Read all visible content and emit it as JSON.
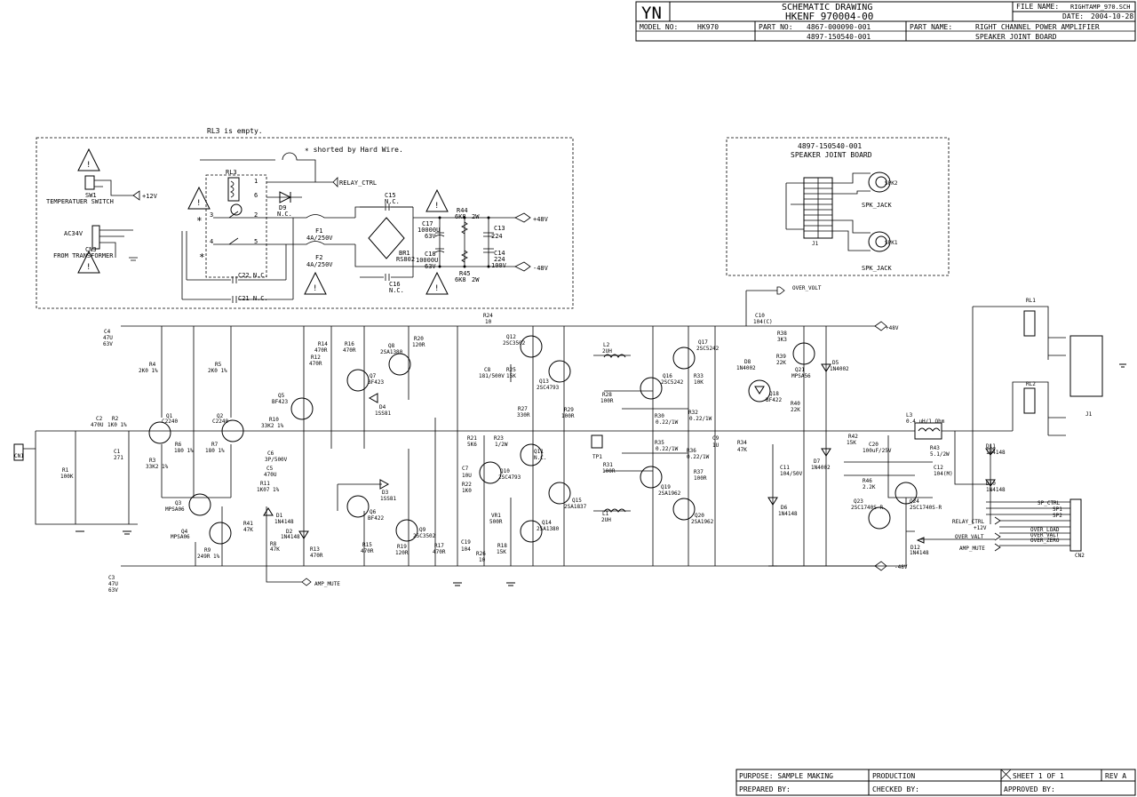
{
  "title_block": {
    "logo": "YN",
    "title": "SCHEMATIC DRAWING",
    "drawing_no": "HKENF 970004-00",
    "file_name_label": "FILE NAME:",
    "file_name": "RIGHTAMP_970.SCH",
    "date_label": "DATE:",
    "date": "2004-10-28",
    "model_label": "MODEL NO:",
    "model": "HK970",
    "part_no_label": "PART NO:",
    "part_no_1": "4867-000090-001",
    "part_no_2": "4897-150540-001",
    "part_name_label": "PART NAME:",
    "part_name_1": "RIGHT CHANNEL POWER AMPLIFIER",
    "part_name_2": "SPEAKER JOINT BOARD"
  },
  "footer_block": {
    "purpose": "PURPOSE:  SAMPLE MAKING",
    "production": "PRODUCTION",
    "sheet": "SHEET  1  OF   1",
    "rev": "REV A",
    "prepared": "PREPARED BY:",
    "checked": "CHECKED BY:",
    "approved": "APPROVED BY:"
  },
  "power_section": {
    "note": "RL3 is empty.",
    "shorted_note": "∗ shorted by Hard Wire.",
    "sw1": "SW1",
    "temp_switch": "TEMPERATUER SWITCH",
    "plus12v": "+12V",
    "ac34v": "AC34V",
    "cn3": "CN3",
    "from_transformer": "FROM TRANSFORMER",
    "rl3": "RL3",
    "relay_ctrl": "RELAY_CTRL",
    "d9": "D9",
    "d9_val": "N.C.",
    "f1": "F1",
    "f1_val": "4A/250V",
    "f2": "F2",
    "f2_val": "4A/250V",
    "c22": "C22  N.C.",
    "c21": "C21  N.C.",
    "c15": "C15",
    "c15_val": "N.C.",
    "c16": "C16",
    "c16_val": "N.C.",
    "c17": "C17",
    "c17_val1": "10000U",
    "c17_val2": "63V",
    "c18": "C18",
    "c18_val1": "10000U",
    "c18_val2": "63V",
    "br1": "BR1",
    "br1_val": "RS802",
    "r44": "R44",
    "r44_val": "6K8",
    "r44_w": "2W",
    "r45": "R45",
    "r45_val": "6K8",
    "r45_w": "2W",
    "c13": "C13",
    "c13_val": "224",
    "c14": "C14",
    "c14_val1": "224",
    "c14_val2": "100V",
    "plus48v": "+48V",
    "minus48v": "-48V"
  },
  "speaker_joint": {
    "part": "4897-150540-001",
    "name": "SPEAKER JOINT BOARD",
    "spk2": "SPK2",
    "spk1": "SPK1",
    "jack": "SPK_JACK",
    "j1": "J1"
  },
  "amp_labels": [
    "C4",
    "47U",
    "63V",
    "R4",
    "2K0 1%",
    "R5",
    "2K0 1%",
    "Q1",
    "C2240",
    "Q2",
    "C2240",
    "C2",
    "470U",
    "R2",
    "1K0 1%",
    "C1",
    "271",
    "R1",
    "100K",
    "R3",
    "33K2 1%",
    "R6",
    "180 1%",
    "R7",
    "180 1%",
    "CN1",
    "Q3",
    "MPSA06",
    "Q4",
    "MPSA06",
    "R9",
    "249R 1%",
    "R41",
    "47K",
    "D1",
    "1N4148",
    "D2",
    "1N4148",
    "R8",
    "47K",
    "AMP_MUTE",
    "C3",
    "47U",
    "63V",
    "R10",
    "33K2 1%",
    "C6",
    "3P/500V",
    "C5",
    "470U",
    "R11",
    "1K07 1%",
    "Q5",
    "BF423",
    "R14",
    "470R",
    "R12",
    "470R",
    "R13",
    "470R",
    "Q7",
    "BF423",
    "R16",
    "470R",
    "Q8",
    "2SA1380",
    "R20",
    "120R",
    "D4",
    "1SS81",
    "D3",
    "1SS81",
    "Q6",
    "BF422",
    "R15",
    "470R",
    "Q9",
    "2SC3502",
    "R19",
    "120R",
    "R17",
    "470R",
    "R24",
    "10",
    "Q12",
    "2SC3502",
    "C8",
    "181/500V",
    "R25",
    "15K",
    "R27",
    "330R",
    "R21",
    "5K6",
    "R23",
    "1/2W",
    "Q10",
    "2SC4793",
    "Q11",
    "N.C.",
    "C7",
    "10U",
    "R22",
    "1K0",
    "VR1",
    "500R",
    "C19",
    "104",
    "R26",
    "10",
    "R18",
    "15K",
    "Q13",
    "2SC4793",
    "R29",
    "100R",
    "Q15",
    "2SA1837",
    "Q14",
    "2SA1380",
    "L2",
    "2UH",
    "R28",
    "100R",
    "Q16",
    "2SC5242",
    "Q17",
    "2SC5242",
    "R33",
    "10K",
    "R30",
    "0.22/1W",
    "R35",
    "0.22/1W",
    "R32",
    "0.22/1W",
    "R36",
    "0.22/1W",
    "TP1",
    "R31",
    "100R",
    "L1",
    "2UH",
    "Q19",
    "2SA1962",
    "R37",
    "100R",
    "Q20",
    "2SA1962",
    "C9",
    "1U",
    "R34",
    "47K",
    "Q18",
    "BF422",
    "C10",
    "104(C)",
    "OVER_VOLT",
    "D8",
    "1N4002",
    "R38",
    "3K3",
    "R39",
    "22K",
    "Q21",
    "MPSA56",
    "D5",
    "1N4002",
    "R40",
    "22K",
    "C11",
    "104/50V",
    "D7",
    "1N4002",
    "D6",
    "1N4148",
    "R42",
    "15K",
    "C20",
    "100uF/25V",
    "R46",
    "2.2K",
    "Q23",
    "2SC1740S-R",
    "Q24",
    "2SC1740S-R",
    "L3",
    "0.4 uH/1 Ohm",
    "R43",
    "5.1/2W",
    "C12",
    "104(M)",
    "D11",
    "1N4148",
    "D10",
    "1N4148",
    "D12",
    "1N4148",
    "RL1",
    "RL2",
    "J1",
    "CN2",
    "SP_CTRL",
    "SP1",
    "SP2",
    "RELAY_CTRL",
    "+12V",
    "OVER_LOAD",
    "OVER_VALT",
    "OVER_ZERO",
    "OVER_VALT",
    "AMP_MUTE",
    "+48V",
    "-48V"
  ]
}
